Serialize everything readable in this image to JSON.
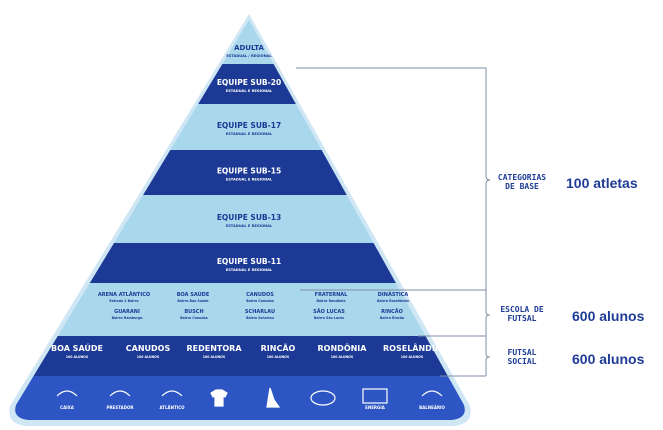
{
  "colors": {
    "dark": "#1c3a95",
    "light": "#a9d7ec",
    "text_on_dark": "#ffffff",
    "text_on_light": "#1c3a95"
  },
  "tiers": [
    {
      "title": "ADULTA",
      "subtitle": "ESTADUAL / REGIONAL",
      "tone": "light"
    },
    {
      "title": "EQUIPE SUB-20",
      "subtitle": "ESTADUAL E REGIONAL",
      "tone": "dark"
    },
    {
      "title": "EQUIPE SUB-17",
      "subtitle": "ESTADUAL E REGIONAL",
      "tone": "light"
    },
    {
      "title": "EQUIPE SUB-15",
      "subtitle": "ESTADUAL E REGIONAL",
      "tone": "dark"
    },
    {
      "title": "EQUIPE SUB-13",
      "subtitle": "ESTADUAL E REGIONAL",
      "tone": "light"
    },
    {
      "title": "EQUIPE SUB-11",
      "subtitle": "ESTADUAL E REGIONAL",
      "tone": "dark"
    }
  ],
  "escola": {
    "row1": [
      {
        "name": "ARENA ATLÂNTICO",
        "sub": "Estrada 2 Bairro"
      },
      {
        "name": "BOA SAÚDE",
        "sub": "Bairro Boa Saúde"
      },
      {
        "name": "CANUDOS",
        "sub": "Bairro Canudos"
      },
      {
        "name": "FRATERNAL",
        "sub": "Bairro Rondônia"
      },
      {
        "name": "DINÁSTICA",
        "sub": "Bairro Roselândia"
      }
    ],
    "row2": [
      {
        "name": "GUARANI",
        "sub": "Bairro Hamburgo"
      },
      {
        "name": "BUSCH",
        "sub": "Bairro Canudos"
      },
      {
        "name": "SCHARLAU",
        "sub": "Bairro Scharlau"
      },
      {
        "name": "SÃO LUCAS",
        "sub": "Bairro São Lucas"
      },
      {
        "name": "RINCÃO",
        "sub": "Bairro Rincão"
      }
    ]
  },
  "social": [
    {
      "name": "BOA SAÚDE",
      "sub": "100 ALUNOS"
    },
    {
      "name": "CANUDOS",
      "sub": "100 ALUNOS"
    },
    {
      "name": "REDENTORA",
      "sub": "100 ALUNOS"
    },
    {
      "name": "RINCÃO",
      "sub": "100 ALUNOS"
    },
    {
      "name": "RONDÔNIA",
      "sub": "100 ALUNOS"
    },
    {
      "name": "ROSELÂNDIA",
      "sub": "100 ALUNOS"
    }
  ],
  "logos": [
    "CAIXA",
    "PRESTADOR",
    "ATLÂNTICO",
    "",
    "",
    "",
    "ENERGIA",
    "BALNEÁRIO"
  ],
  "logo_icons": [
    "caixa-logo-icon",
    "prestador-logo-icon",
    "atlantico-logo-icon",
    "shirt-logo-icon",
    "player-logo-icon",
    "ball-logo-icon",
    "energia-logo-icon",
    "balneario-logo-icon"
  ],
  "side": [
    {
      "label_lines": [
        "CATEGORIAS",
        "DE BASE"
      ],
      "count": "100 atletas"
    },
    {
      "label_lines": [
        "ESCOLA DE",
        "FUTSAL"
      ],
      "count": "600 alunos"
    },
    {
      "label_lines": [
        "FUTSAL",
        "SOCIAL"
      ],
      "count": "600 alunos"
    }
  ]
}
